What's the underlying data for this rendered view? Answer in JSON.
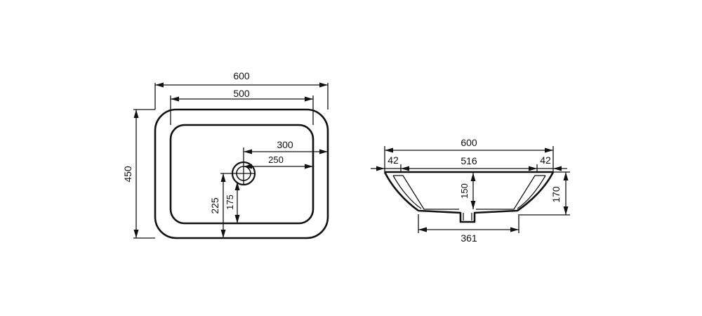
{
  "top_view": {
    "label_overall_width": "600",
    "label_basin_width": "500",
    "label_overall_depth": "450",
    "label_drain_to_edge": "300",
    "label_drain_to_basin_edge": "250",
    "label_drain_from_front": "225",
    "label_drain_from_basin_front": "175"
  },
  "side_view": {
    "label_overall_width": "600",
    "label_rim_left": "42",
    "label_inner_width": "516",
    "label_rim_right": "42",
    "label_basin_depth": "150",
    "label_overall_height": "170",
    "label_base_width": "361"
  }
}
